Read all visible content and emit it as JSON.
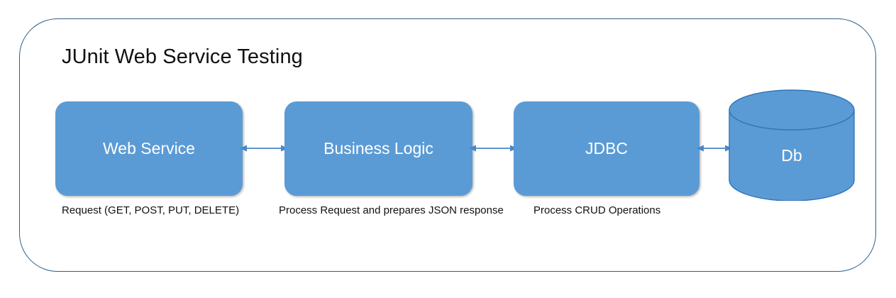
{
  "diagram": {
    "title": "JUnit Web Service Testing",
    "colors": {
      "box_fill": "#5B9BD5",
      "box_text": "#FFFFFF",
      "frame_border": "#2E5F8A",
      "arrow": "#4A86C8",
      "cylinder_stroke": "#2E75B6",
      "caption_text": "#111111",
      "background": "#FFFFFF"
    },
    "nodes": [
      {
        "id": "web-service",
        "label": "Web Service",
        "shape": "rounded-rect",
        "caption": "Request (GET, POST, PUT, DELETE)"
      },
      {
        "id": "business-logic",
        "label": "Business Logic",
        "shape": "rounded-rect",
        "caption": "Process Request and prepares JSON response"
      },
      {
        "id": "jdbc",
        "label": "JDBC",
        "shape": "rounded-rect",
        "caption": "Process CRUD Operations"
      },
      {
        "id": "db",
        "label": "Db",
        "shape": "cylinder",
        "caption": ""
      }
    ],
    "connectors": [
      {
        "id": "connector-1",
        "from": "web-service",
        "to": "business-logic",
        "style": "double-arrow"
      },
      {
        "id": "connector-2",
        "from": "business-logic",
        "to": "jdbc",
        "style": "double-arrow"
      },
      {
        "id": "connector-3",
        "from": "jdbc",
        "to": "db",
        "style": "double-arrow"
      }
    ]
  }
}
